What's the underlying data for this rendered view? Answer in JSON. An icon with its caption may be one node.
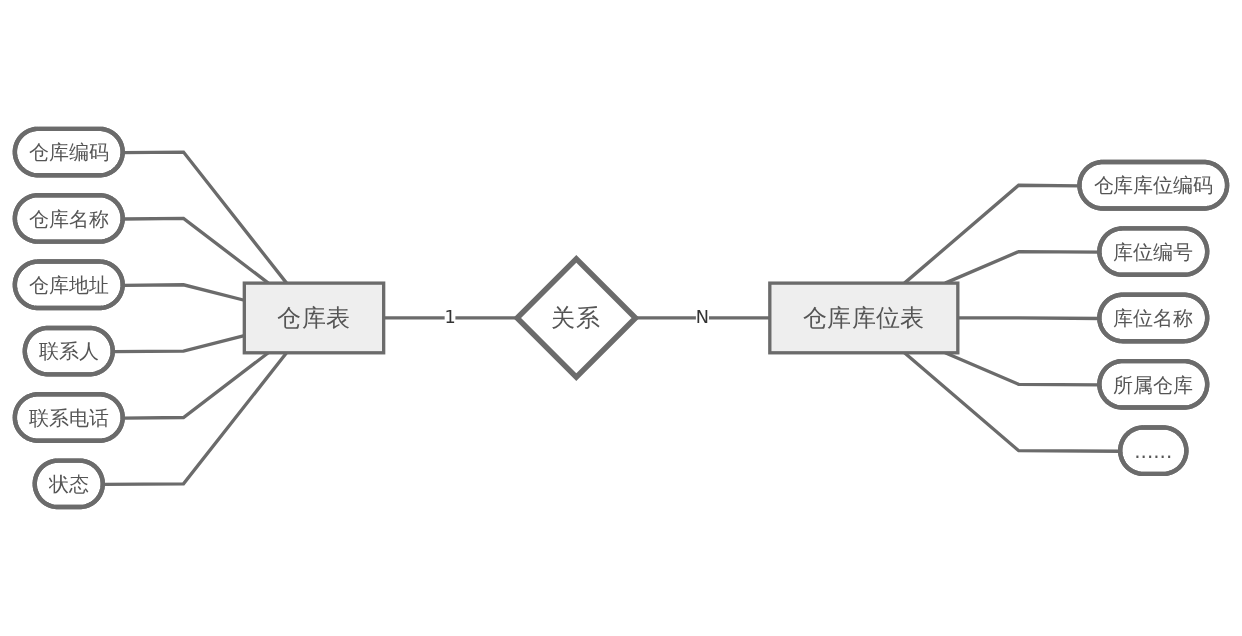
{
  "diagram": {
    "nodes": [
      {
        "text": [
          "仓库编码"
        ]
      },
      {
        "text": [
          "仓库名称"
        ]
      },
      {
        "text": [
          "仓库地址"
        ]
      },
      {
        "text": [
          "联系人"
        ]
      },
      {
        "text": [
          "联系电话"
        ]
      },
      {
        "text": [
          "状态"
        ]
      },
      {
        "text": [
          "仓库表"
        ]
      },
      {
        "text": [
          "关系"
        ]
      },
      {
        "text": [
          "仓库库位表"
        ]
      },
      {
        "text": [
          "仓库库位编码"
        ]
      },
      {
        "text": [
          "库位编号"
        ]
      },
      {
        "text": [
          "库位名称"
        ]
      },
      {
        "text": [
          "所属仓库"
        ]
      },
      {
        "text": [
          "......"
        ]
      }
    ],
    "edges": [
      {
        "from": 0,
        "to": 6,
        "arrow": "none"
      },
      {
        "from": 1,
        "to": 6,
        "arrow": "none"
      },
      {
        "from": 2,
        "to": 6,
        "arrow": "none"
      },
      {
        "from": 3,
        "to": 6,
        "arrow": "none"
      },
      {
        "from": 4,
        "to": 6,
        "arrow": "none"
      },
      {
        "from": 5,
        "to": 6,
        "arrow": "none"
      },
      {
        "from": 6,
        "to": 7,
        "arrow": "none",
        "label": "1"
      },
      {
        "from": 7,
        "to": 8,
        "arrow": "none",
        "label": "N"
      },
      {
        "from": 8,
        "to": 9,
        "arrow": "none"
      },
      {
        "from": 8,
        "to": 10,
        "arrow": "none"
      },
      {
        "from": 8,
        "to": 11,
        "arrow": "none"
      },
      {
        "from": 8,
        "to": 12,
        "arrow": "none"
      },
      {
        "from": 8,
        "to": 13,
        "arrow": "none"
      }
    ]
  }
}
